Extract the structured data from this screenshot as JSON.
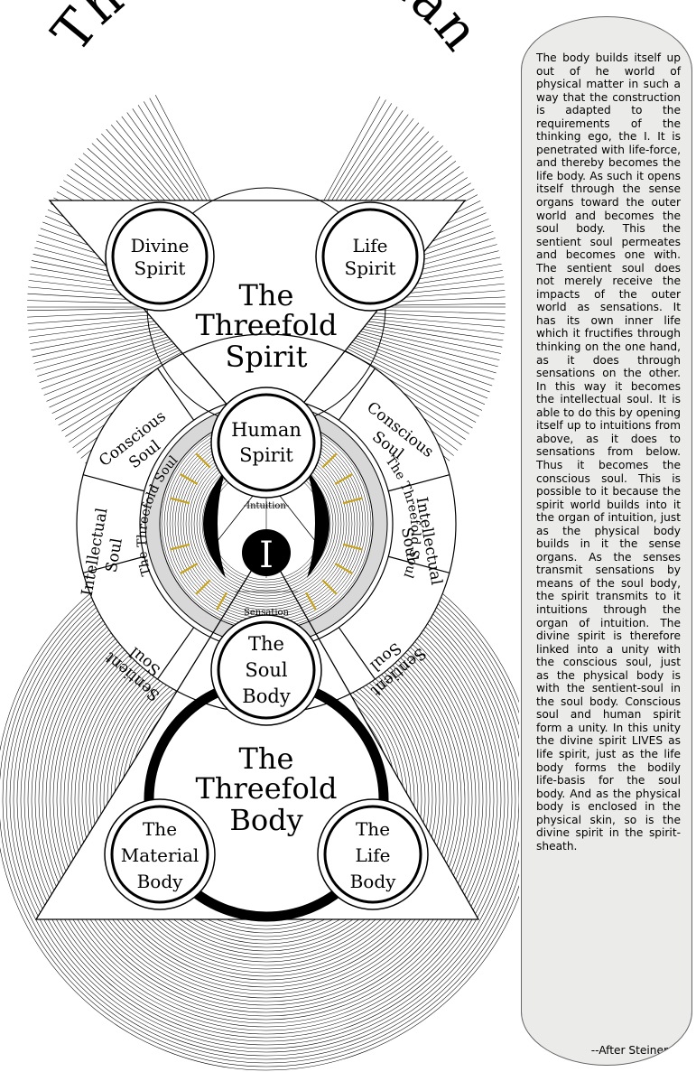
{
  "title": "The Whole Man",
  "spirit": {
    "divine": [
      "Divine",
      "Spirit"
    ],
    "life": [
      "Life",
      "Spirit"
    ],
    "heading": [
      "The",
      "Threefold",
      "Spirit"
    ],
    "human": [
      "Human",
      "Spirit"
    ]
  },
  "soul": {
    "conscious_left": [
      "Conscious",
      "Soul"
    ],
    "conscious_right": [
      "Conscious",
      "Soul"
    ],
    "intellectual_left": [
      "Intellectual",
      "Soul"
    ],
    "intellectual_right": [
      "Intellectual",
      "Soul"
    ],
    "sentient_left": [
      "Sentient",
      "Soul"
    ],
    "sentient_right": [
      "Sentient",
      "Soul"
    ],
    "threefold_left": "The Threefold Soul",
    "threefold_right": "The Threefold Soul",
    "intuition": "Intuition",
    "sensation": "Sensation",
    "center": "I"
  },
  "body": {
    "soul_body": [
      "The",
      "Soul",
      "Body"
    ],
    "heading": [
      "The",
      "Threefold",
      "Body"
    ],
    "material": [
      "The",
      "Material",
      "Body"
    ],
    "life": [
      "The",
      "Life",
      "Body"
    ]
  },
  "quote": {
    "text": "The body builds itself up out of he world of physical matter in such a way that the construction is adapted to the requirements of the thinking ego, the I. It is penetrated with life-force, and thereby becomes the life body. As such it opens itself through the sense organs toward the outer world and becomes the soul body. This the sentient soul permeates and becomes one with. The sentient soul does not merely receive the impacts of the outer world as sensations. It has its own inner life which it fructifies through thinking on the one hand, as it does through sensations on the other. In this way it becomes the intellectual soul. It is able to do this by opening itself up to intuitions from above, as it does to sensations from below. Thus it becomes the conscious soul. This is possible to it because the spirit world builds into it the organ of intuition, just as the physical body builds in it the sense organs. As the senses transmit sensations by means of the soul body, the spirit transmits to it intuitions through the organ of intuition. The divine spirit is therefore linked into a unity with the conscious soul, just as the physical body is with the sentient-soul in the soul body. Conscious soul and human spirit form a unity. In this unity the divine spirit LIVES as life spirit, just as the life body forms the bodily life-basis for the soul body. And as the physical body is enclosed in the physical skin, so is the divine spirit in the spirit-sheath.",
    "attribution": "--After Steiner"
  },
  "colors": {
    "ink": "#000000",
    "panel": "#ebebea",
    "gray_ring": "#d8d8d8",
    "gold": "#c8a21a"
  }
}
